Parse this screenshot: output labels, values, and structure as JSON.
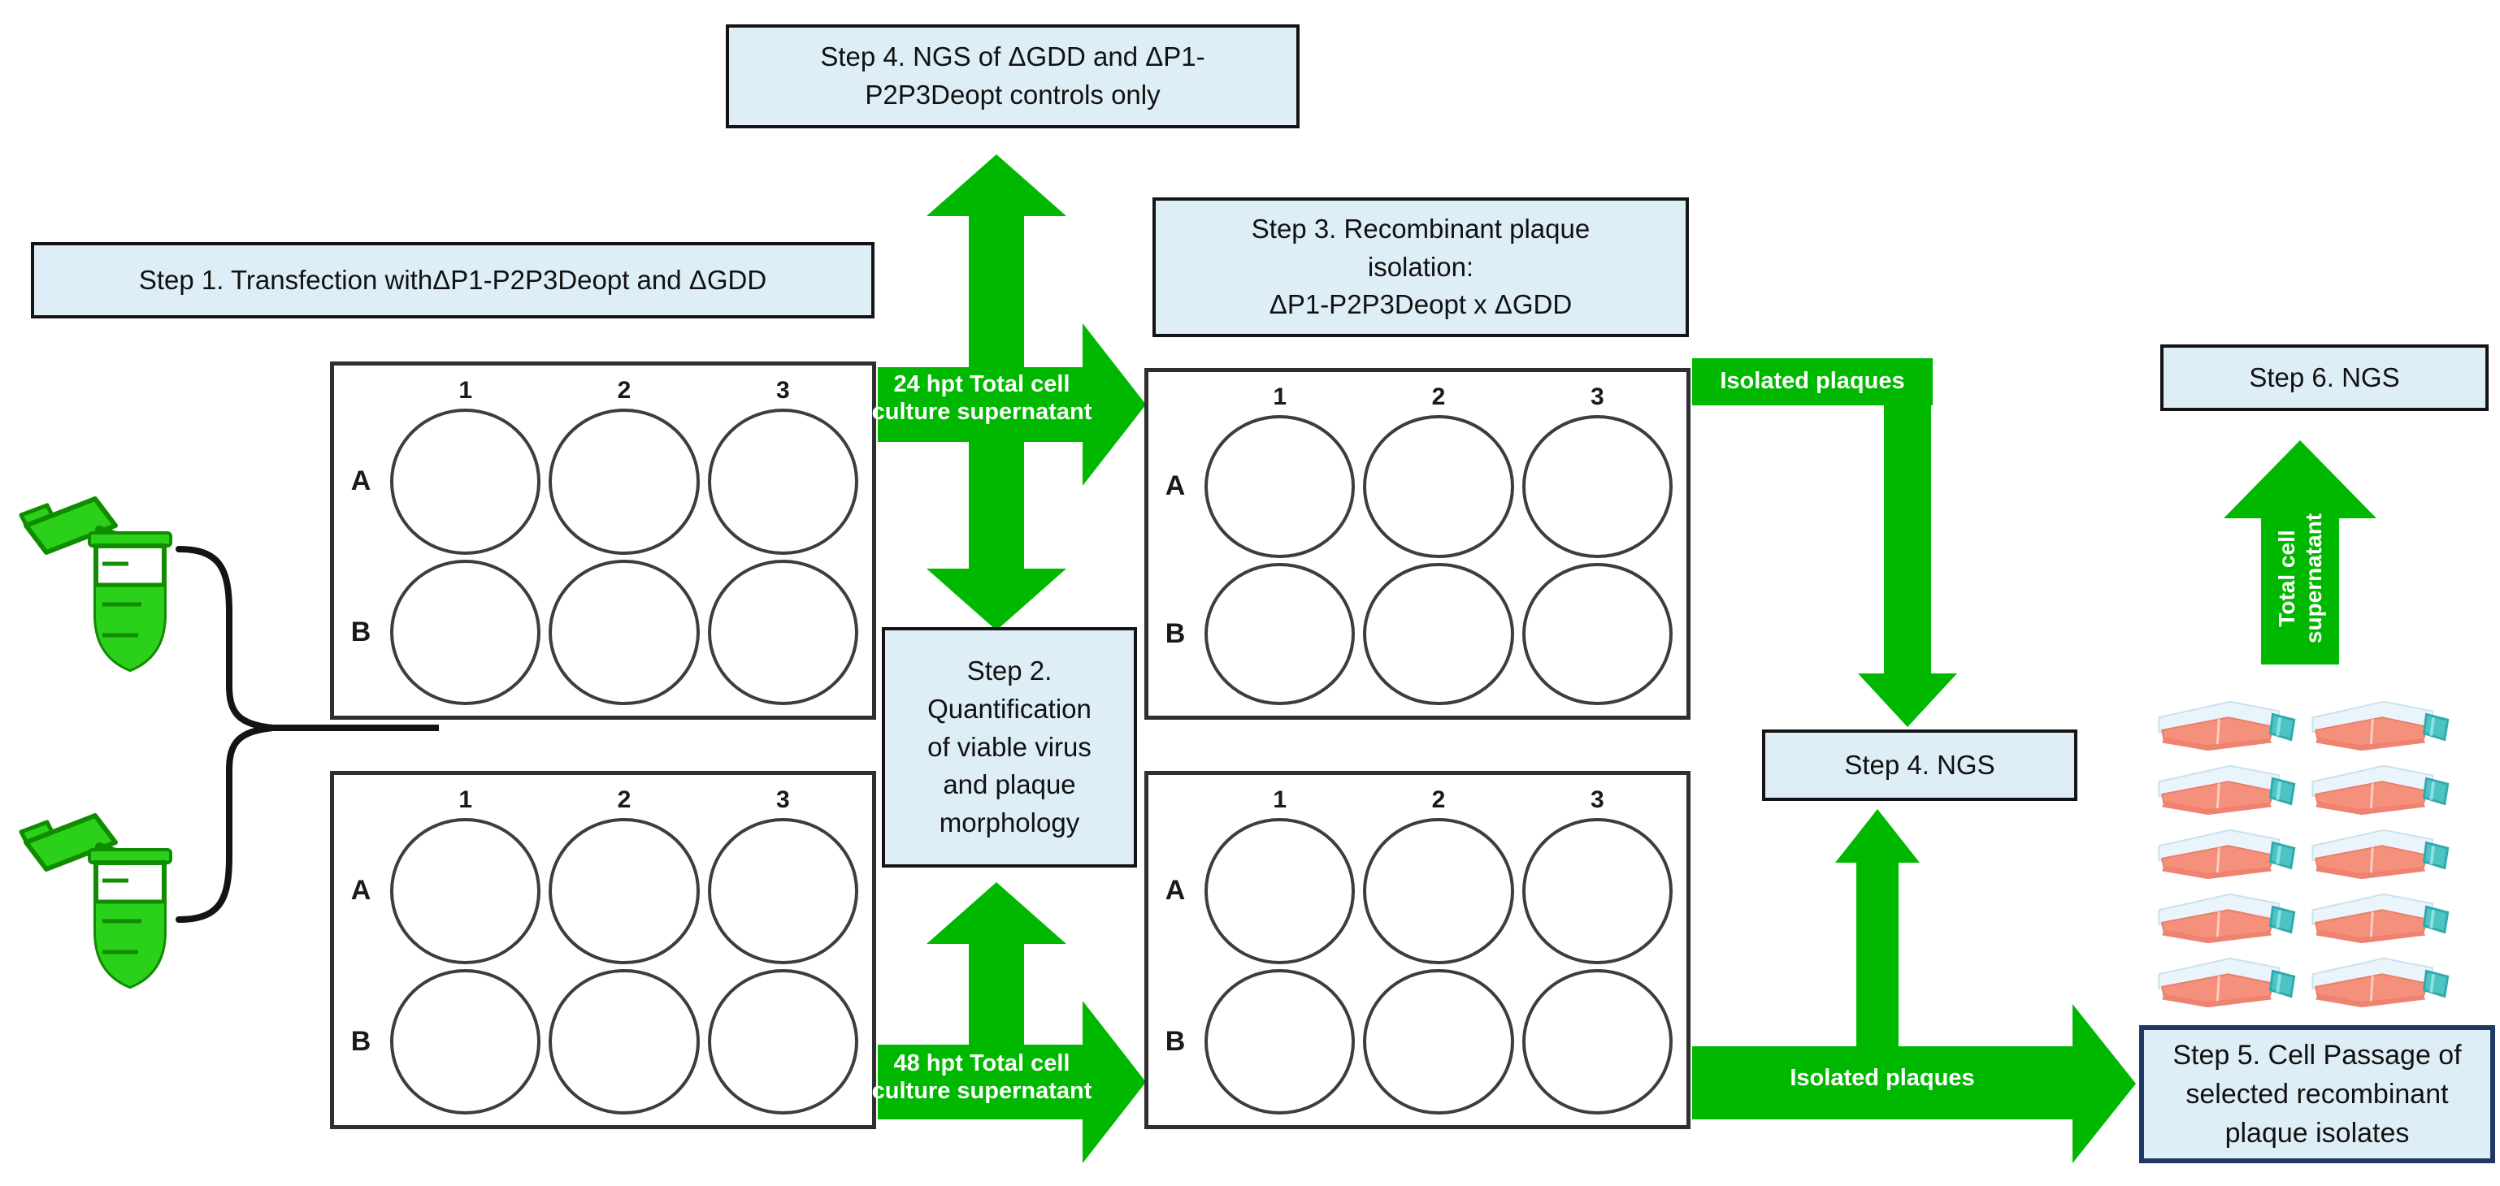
{
  "boxes": {
    "step4_controls": "Step 4. NGS of ΔGDD and ΔP1-\nP2P3Deopt controls only",
    "step1": "Step 1. Transfection withΔP1-P2P3Deopt and ΔGDD",
    "step3": "Step 3. Recombinant plaque\nisolation:\nΔP1-P2P3Deopt x ΔGDD",
    "step2": "Step 2.\nQuantification\nof viable virus\nand plaque\nmorphology",
    "step6": "Step 6. NGS",
    "step4_ngs": "Step 4. NGS",
    "step5": "Step 5. Cell Passage of\nselected recombinant\nplaque isolates"
  },
  "arrows": {
    "hpt24": "24 hpt Total cell\nculture supernatant",
    "hpt48": "48 hpt Total cell\nculture supernatant",
    "isolated_top": "Isolated plaques",
    "isolated_bottom": "Isolated plaques",
    "total_cell": "Total cell\nsupernatant"
  },
  "plates": {
    "count": 4,
    "columns": [
      "1",
      "2",
      "3"
    ],
    "rows": [
      "A",
      "B"
    ]
  },
  "flasks": {
    "count": 10,
    "columns": 2,
    "rows": 5
  },
  "tubes": {
    "count": 2
  },
  "colors": {
    "arrow_green": "#00b800",
    "box_fill": "#ddeef6",
    "box_border": "#141414",
    "step5_border": "#1f3864",
    "tube_green": "#2bd01b",
    "tube_outline": "#108c00",
    "flask_media": "#f5907c",
    "flask_cap": "#4cc4c4",
    "flask_body": "#e9f4fb",
    "text": "#111111"
  }
}
